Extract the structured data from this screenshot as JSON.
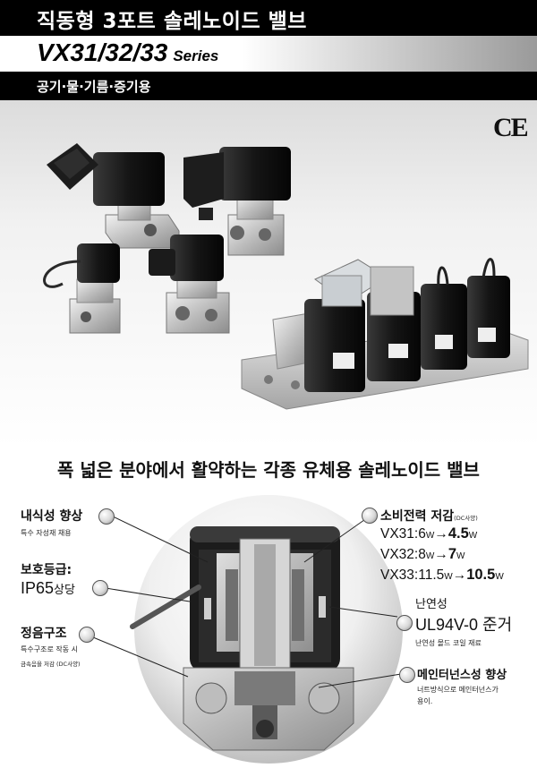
{
  "header": {
    "title": "직동형 3포트 솔레노이드 밸브",
    "series_model": "VX31/32/33",
    "series_word": "Series",
    "subtitle": "공기·물·기름·증기용"
  },
  "ce_mark": "CE",
  "tagline": "폭 넓은 분야에서 활약하는 각종 유체용 솔레노이드 밸브",
  "features": {
    "corrosion": {
      "title": "내식성 향상",
      "desc": "특수 자성재 채용"
    },
    "protection": {
      "title": "보호등급:",
      "value": "IP65",
      "value_suffix": "상당"
    },
    "silent": {
      "title": "정음구조",
      "desc": "특수구조로 작동 시",
      "desc2": "금속음을 저감 (DC사양)"
    },
    "power": {
      "title": "소비전력 저감",
      "note": "(DC사양)",
      "specs": [
        {
          "model": "VX31:6",
          "unit1": "W",
          "arrow": "→",
          "new": "4.5",
          "unit2": "W"
        },
        {
          "model": "VX32:8",
          "unit1": "W",
          "arrow": "→",
          "new": "7",
          "unit2": "W"
        },
        {
          "model": "VX33:11.5",
          "unit1": "W",
          "arrow": "→",
          "new": "10.5",
          "unit2": "W"
        }
      ]
    },
    "flame": {
      "title": "난연성",
      "value": "UL94V-0 준거",
      "desc": "난연성 몰드 코일 재료"
    },
    "maintenance": {
      "title": "메인터넌스성 향상",
      "desc": "너트방식으로 메인터넌스가",
      "desc2": "용이."
    }
  },
  "colors": {
    "header_bg": "#000000",
    "coil_black": "#1a1a1a",
    "body_metal": "#c8c8c8"
  }
}
